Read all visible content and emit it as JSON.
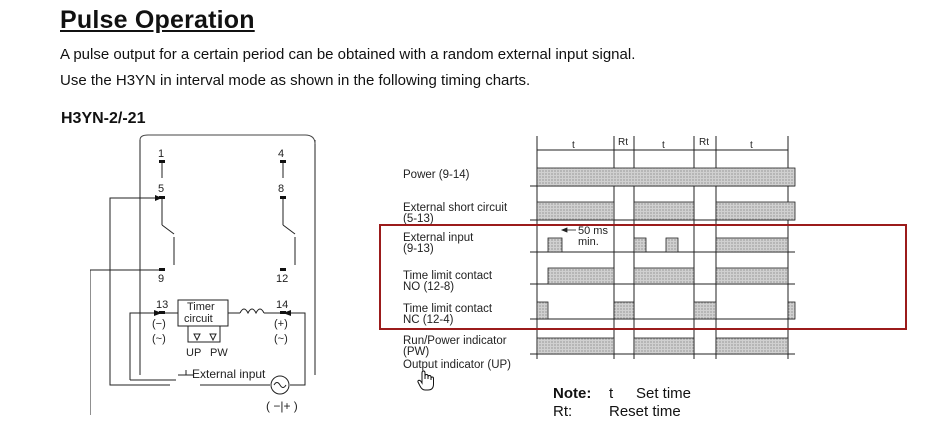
{
  "page": {
    "title": "Pulse Operation",
    "para1": "A pulse output for a certain period can be obtained with a random external input signal.",
    "para2": "Use the H3YN in interval mode as shown in the following timing charts.",
    "model": "H3YN-2/-21"
  },
  "wiring": {
    "pins_left": [
      "1",
      "5",
      "9",
      "13"
    ],
    "pins_right": [
      "4",
      "8",
      "12",
      "14"
    ],
    "timer_label_1": "Timer",
    "timer_label_2": "circuit",
    "minus": "(−)",
    "plus": "(+)",
    "ac_left": "(~)",
    "ac_right": "(~)",
    "up_label": "UP",
    "pw_label": "PW",
    "external_input": "External input",
    "dc_symbol": "( −|+ )"
  },
  "timing": {
    "t_label": "t",
    "rt_label": "Rt",
    "pulse_note_1": "50 ms",
    "pulse_note_2": "min.",
    "rows": [
      {
        "l1": "Power (9-14)",
        "l2": ""
      },
      {
        "l1": "External short circuit",
        "l2": "(5-13)"
      },
      {
        "l1": "External input",
        "l2": "(9-13)"
      },
      {
        "l1": "Time limit contact",
        "l2": "NO (12-8)"
      },
      {
        "l1": "Time limit contact",
        "l2": "NC (12-4)"
      },
      {
        "l1": "Run/Power indicator",
        "l2": "(PW)"
      },
      {
        "l1": "Output indicator (UP)",
        "l2": ""
      }
    ]
  },
  "note": {
    "heading": "Note:",
    "t_sym": "t",
    "t_desc": "Set time",
    "rt_sym": "Rt:",
    "rt_desc": "Reset time"
  },
  "colors": {
    "highlight_border": "#9b1b1b",
    "signal_fill": "#c8c8c8"
  }
}
